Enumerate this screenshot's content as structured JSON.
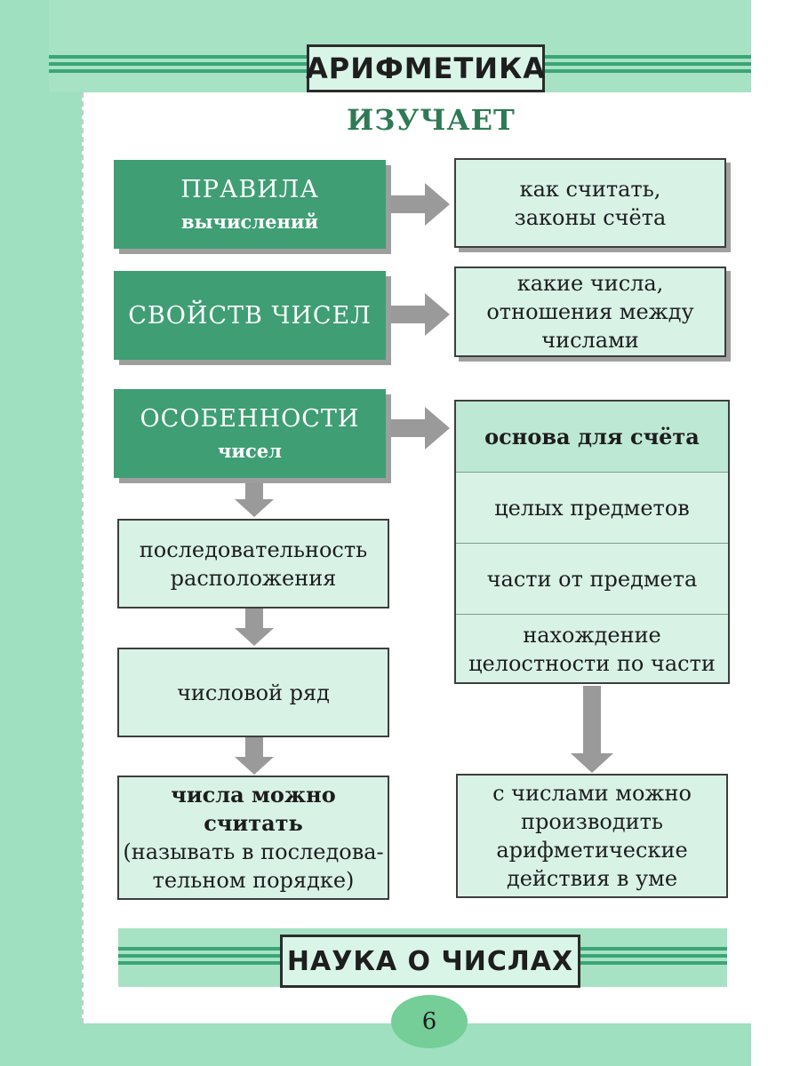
{
  "header": {
    "title": "АРИФМЕТИКА"
  },
  "subtitle": "ИЗУЧАЕТ",
  "left": {
    "rules": {
      "big": "ПРАВИЛА",
      "small": "вычислений"
    },
    "properties": {
      "big": "СВОЙСТВ ЧИСЕЛ"
    },
    "features": {
      "big": "ОСОБЕННОСТИ",
      "small": "чисел"
    },
    "sequence": [
      "последовательность",
      "расположения"
    ],
    "number_series": "числовой ряд",
    "counting": {
      "bold": "числа можно считать",
      "lines": [
        "(называть в последова-",
        "тельном порядке)"
      ]
    }
  },
  "right": {
    "rules_desc": [
      "как считать,",
      "законы счёта"
    ],
    "properties_desc": [
      "какие числа,",
      "отношения между",
      "числами"
    ],
    "basis": {
      "title": "основа для счёта",
      "items": [
        "целых предметов",
        "части от предмета"
      ],
      "last": [
        "нахождение",
        "целостности по части"
      ]
    },
    "conclusion": [
      "с числами можно",
      "производить",
      "арифметические",
      "действия в уме"
    ]
  },
  "footer": {
    "title": "НАУКА О ЧИСЛАХ",
    "page_number": "6"
  },
  "colors": {
    "dark_box": "#3f9e74",
    "light_box": "#d8f2e6",
    "frame": "#9ee0bf",
    "stripe": "#3aa576",
    "arrow": "#9a9a9a"
  }
}
